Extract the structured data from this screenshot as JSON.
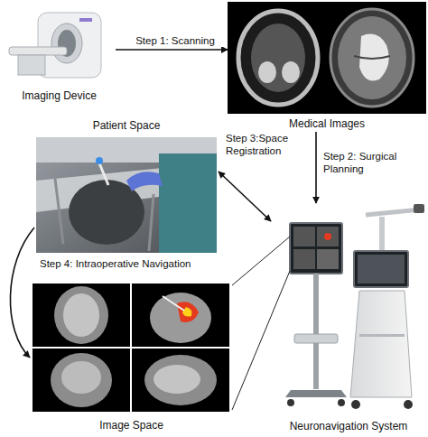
{
  "diagram": {
    "nodes": [
      {
        "text": [
          "Imaging Device"
        ]
      },
      {
        "text": [
          "Medical Images"
        ]
      },
      {
        "text": [
          "Patient Space"
        ]
      },
      {
        "text": [
          "Neuronavigation System"
        ]
      },
      {
        "text": [
          "Image Space"
        ]
      }
    ],
    "edges": [
      {
        "from": 0,
        "to": 1,
        "label": "Step 1: Scanning",
        "arrow": "to"
      },
      {
        "from": 1,
        "to": 3,
        "label": "Step 2: Surgical Planning",
        "arrow": "to"
      },
      {
        "from": 2,
        "to": 3,
        "label": "Step 3:Space Registration",
        "arrow": "both"
      },
      {
        "from": 2,
        "to": 4,
        "label": "Step 4: Intraoperative Navigation",
        "arrow": "to"
      }
    ]
  }
}
